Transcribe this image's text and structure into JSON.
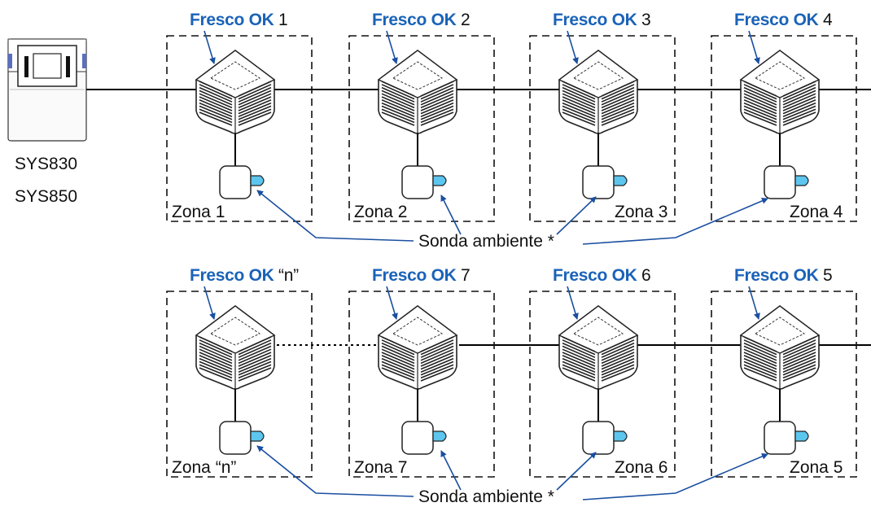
{
  "controller": {
    "models": [
      "SYS830",
      "SYS850"
    ]
  },
  "units": [
    {
      "brand": "Fresco OK",
      "number": "1",
      "zone": "Zona 1"
    },
    {
      "brand": "Fresco OK",
      "number": "2",
      "zone": "Zona 2"
    },
    {
      "brand": "Fresco OK",
      "number": "3",
      "zone": "Zona 3"
    },
    {
      "brand": "Fresco OK",
      "number": "4",
      "zone": "Zona 4"
    },
    {
      "brand": "Fresco OK",
      "number": "“n”",
      "zone": "Zona “n”"
    },
    {
      "brand": "Fresco OK",
      "number": "7",
      "zone": "Zona 7"
    },
    {
      "brand": "Fresco OK",
      "number": "6",
      "zone": "Zona 6"
    },
    {
      "brand": "Fresco OK",
      "number": "5",
      "zone": "Zona 5"
    }
  ],
  "sensor_label": "Sonda ambiente *",
  "colors": {
    "brand": "#1a63b8",
    "arrow": "#1a4fa0",
    "sensor_tip": "#5cc6ee",
    "line": "#000000"
  }
}
